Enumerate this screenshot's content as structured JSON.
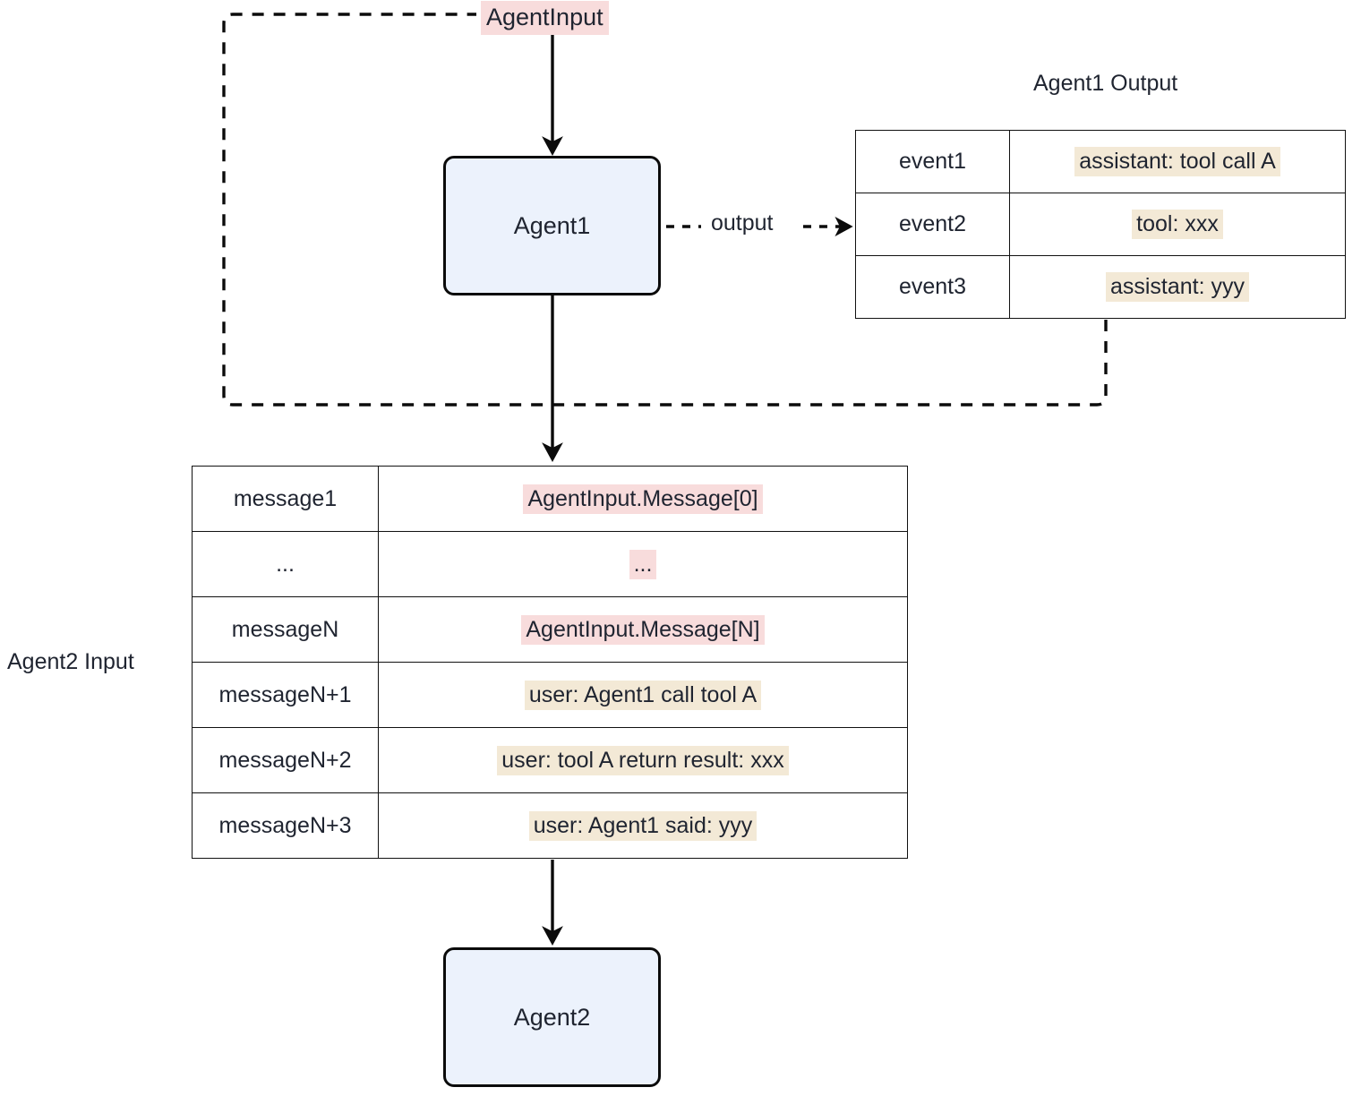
{
  "diagram": {
    "nodes": {
      "agent1": {
        "label": "Agent1"
      },
      "agent2": {
        "label": "Agent2"
      }
    },
    "labels": {
      "agent_input": "AgentInput",
      "agent1_output_title": "Agent1 Output",
      "agent2_input_title": "Agent2 Input",
      "output_edge": "output"
    },
    "agent1_output_table": {
      "rows": [
        {
          "key": "event1",
          "value": "assistant: tool call A",
          "highlight": "beige"
        },
        {
          "key": "event2",
          "value": "tool: xxx",
          "highlight": "beige"
        },
        {
          "key": "event3",
          "value": "assistant: yyy",
          "highlight": "beige"
        }
      ]
    },
    "agent2_input_table": {
      "rows": [
        {
          "key": "message1",
          "value": "AgentInput.Message[0]",
          "highlight": "pink"
        },
        {
          "key": "...",
          "value": "...",
          "highlight": "pink"
        },
        {
          "key": "messageN",
          "value": "AgentInput.Message[N]",
          "highlight": "pink"
        },
        {
          "key": "messageN+1",
          "value": "user: Agent1 call tool A",
          "highlight": "beige"
        },
        {
          "key": "messageN+2",
          "value": "user: tool A return result: xxx",
          "highlight": "beige"
        },
        {
          "key": "messageN+3",
          "value": "user: Agent1 said: yyy",
          "highlight": "beige"
        }
      ]
    },
    "colors": {
      "node_fill": "#ECF2FC",
      "node_stroke": "#0b0b0b",
      "highlight_pink": "#F8DCDC",
      "highlight_beige": "#F3E9D6",
      "table_border": "#111111",
      "text": "#1f2430",
      "background": "#ffffff"
    }
  }
}
